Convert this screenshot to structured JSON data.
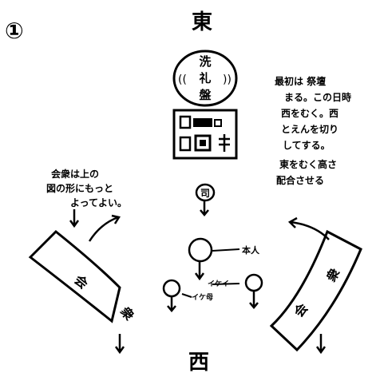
{
  "page_number": "①",
  "directions": {
    "east": "東",
    "west": "西"
  },
  "altar": {
    "label": "洗礼盤",
    "paren_left": "((",
    "paren_right": "))"
  },
  "table": {
    "row1": "▣▭▫",
    "row2": "▣▣キ"
  },
  "pulpit": {
    "label": "司"
  },
  "people": {
    "bride_groom_label": "本人",
    "godfather_label": "イケイ",
    "godmother_label": "イケ母"
  },
  "pews": {
    "left_label": "会衆",
    "right_label": "会衆"
  },
  "notes": {
    "left": [
      "会衆は上の",
      "図の形にもっと",
      "よってよい。"
    ],
    "right": [
      "最初は 祭壇",
      "まる。この日時",
      "西をむく。西",
      "とえんを切り",
      "してする。",
      "東をむく高さ",
      "配合させる"
    ]
  }
}
